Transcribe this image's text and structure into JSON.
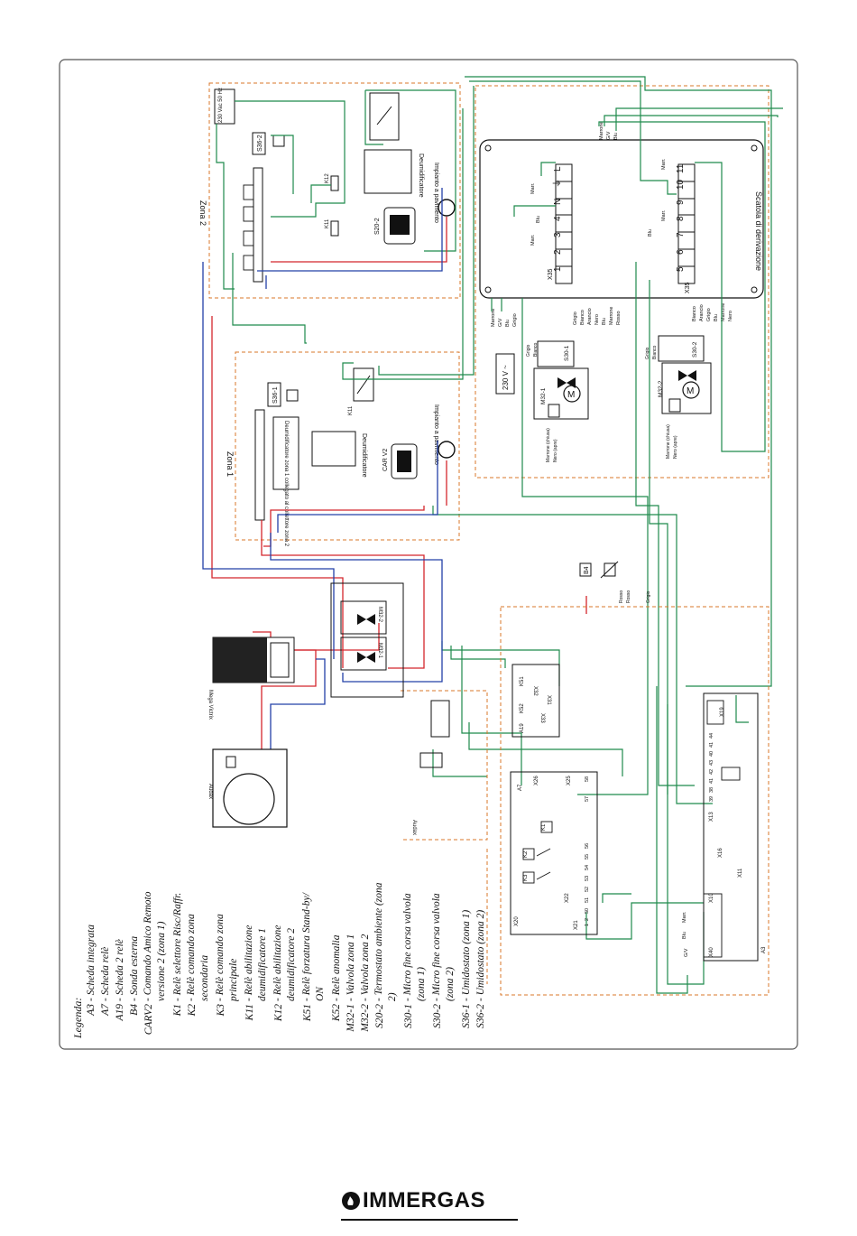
{
  "colors": {
    "green": "#1f8a4c",
    "red": "#d4262c",
    "blue": "#2340a8",
    "orange": "#d9772a",
    "frame": "#555555"
  },
  "legend": {
    "title": "Legenda:",
    "items": [
      {
        "code": "A3",
        "desc": "- Scheda integrata"
      },
      {
        "code": "A7",
        "desc": "- Scheda relè"
      },
      {
        "code": "A19",
        "desc": "- Scheda 2 relè"
      },
      {
        "code": "B4",
        "desc": "- Sonda esterna"
      },
      {
        "code": "CARV2",
        "desc": "- Comando Amico Remoto versione 2 (zona 1)"
      },
      {
        "code": "K1",
        "desc": "- Relè selettore Risc/Raffr."
      },
      {
        "code": "K2",
        "desc": "- Relè comando zona secondaria"
      },
      {
        "code": "K3",
        "desc": "- Relè comando zona principale"
      },
      {
        "code": "K11",
        "desc": "- Relè abilitazione deumidificatore 1"
      },
      {
        "code": "K12",
        "desc": "- Relè abilitazione deumidificatore 2"
      },
      {
        "code": "K51",
        "desc": "- Relè forzatura Stand-by/ ON"
      },
      {
        "code": "K52",
        "desc": "- Relè anomalia"
      },
      {
        "code": "M32-1",
        "desc": "- Valvola zona 1"
      },
      {
        "code": "M32-2",
        "desc": "- Valvola zona 2"
      },
      {
        "code": "S20-2",
        "desc": "- Termostato ambiente (zona 2)"
      },
      {
        "code": "S30-1",
        "desc": "- Micro fine corsa valvola (zona 1)"
      },
      {
        "code": "S30-2",
        "desc": "- Micro fine corsa valvola (zona 2)"
      },
      {
        "code": "S36-1",
        "desc": "- Umidostato (zona 1)"
      },
      {
        "code": "S36-2",
        "desc": "- Umidostato (zona 2)"
      }
    ]
  },
  "zones": {
    "zone1": "Zona 1",
    "zone2": "Zona 2",
    "floor": "Impianto a pavimento",
    "dehum": "Deumidificatore",
    "dehum_note": "Deumidificatore zona 1 collegato al collettore zona 2",
    "s36_1": "S36-1",
    "s36_2": "S36-2",
    "s20_2": "S20-2",
    "k11": "K11",
    "k12": "K12",
    "car": "CAR V2",
    "supply": "230 Vac 50 Hz"
  },
  "box": {
    "title": "Scatola di derivazione",
    "x35": "X35",
    "terminals_left": [
      "1",
      "2",
      "3",
      "4",
      "N",
      "⏚",
      "L"
    ],
    "terminals_right": [
      "5",
      "6",
      "7",
      "8",
      "9",
      "10",
      "11"
    ],
    "wires_top": [
      "Marrone",
      "G/V",
      "Blu"
    ],
    "wires_left": [
      "Marrone",
      "G/V",
      "Blu",
      "Grigio"
    ],
    "wires_mid": [
      "Grigio",
      "Bianco",
      "Arancio",
      "Nero",
      "Blu",
      "Marrone",
      "Rosso"
    ],
    "wires_right": [
      "Bianco",
      "Arancio",
      "Grigio",
      "Blu",
      "Marrone",
      "Nero"
    ],
    "marr": "Marr.",
    "blu": "Blu",
    "supply": "230 V ~",
    "s30_1": "S30-1",
    "s30_2": "S30-2",
    "m32_1": "M32-1",
    "m32_2": "M32-2",
    "closed": "Marrone (chiusa)",
    "open": "Nero (apre)",
    "grigio": "Grigio",
    "bianco": "Bianco"
  },
  "lower": {
    "b4": "B4",
    "rosso": "Rosso",
    "grigio": "Grigio",
    "mega": "Mega Victrix",
    "audax": "Audax",
    "a7": "A7",
    "a19": "A19",
    "a3": "A3",
    "k51": "K51",
    "k52": "K52",
    "k1": "K1",
    "k2": "K2",
    "k3": "K3",
    "x31": "X31",
    "x33": "X33",
    "x32": "X32",
    "x25": "X25",
    "x26": "X26",
    "x20": "X20",
    "x21": "X21",
    "x22": "X22",
    "x40": "X40",
    "x13": "X13",
    "x16": "X16",
    "x11": "X11",
    "x10": "X10",
    "x19": "X19",
    "t_x25": [
      "58",
      "57"
    ],
    "t_a7": [
      "50",
      "51",
      "52",
      "53",
      "54",
      "55",
      "56"
    ],
    "t_a3": [
      "39",
      "38",
      "41",
      "42",
      "43",
      "40",
      "41",
      "44"
    ],
    "t_small": [
      "1",
      "2"
    ],
    "marr": "Marr.",
    "blu": "Blu",
    "gv": "G/V"
  },
  "brand": {
    "name": "IMMERGAS"
  }
}
